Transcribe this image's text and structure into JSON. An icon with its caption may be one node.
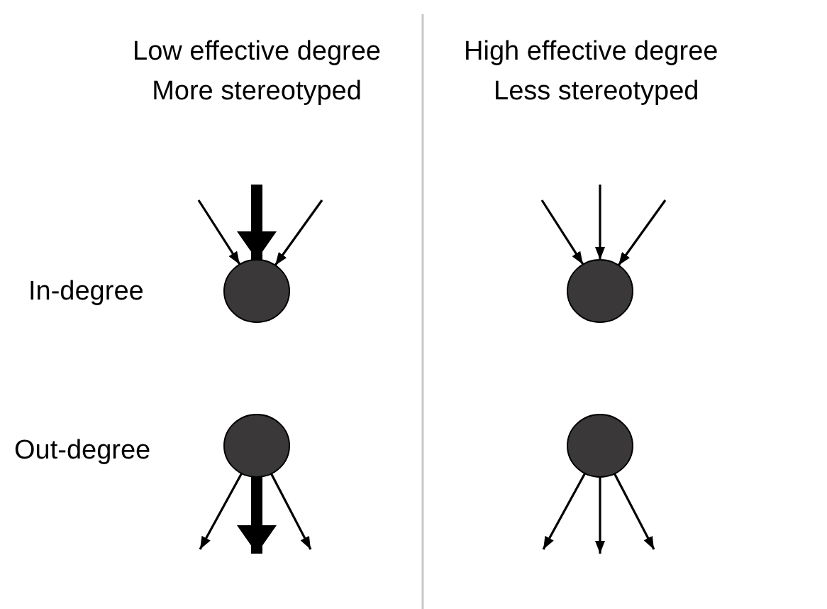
{
  "diagram": {
    "nodes": [
      {
        "text": [],
        "shape": "circle"
      },
      {
        "text": [],
        "shape": "circle"
      },
      {
        "text": [],
        "shape": "circle"
      },
      {
        "text": [],
        "shape": "circle"
      }
    ],
    "edges": [
      {
        "from": null,
        "to": 0,
        "arrow": "to"
      },
      {
        "from": null,
        "to": 0,
        "arrow": "to",
        "style": "thick"
      },
      {
        "from": null,
        "to": 0,
        "arrow": "to"
      },
      {
        "from": null,
        "to": 1,
        "arrow": "to"
      },
      {
        "from": null,
        "to": 1,
        "arrow": "to"
      },
      {
        "from": null,
        "to": 1,
        "arrow": "to"
      },
      {
        "from": 2,
        "to": null,
        "arrow": "to"
      },
      {
        "from": 2,
        "to": null,
        "arrow": "to",
        "style": "thick"
      },
      {
        "from": 2,
        "to": null,
        "arrow": "to"
      },
      {
        "from": 3,
        "to": null,
        "arrow": "to"
      },
      {
        "from": 3,
        "to": null,
        "arrow": "to"
      },
      {
        "from": 3,
        "to": null,
        "arrow": "to"
      }
    ],
    "labels": [
      "Low effective degree",
      "More stereotyped",
      "High effective degree",
      "Less stereotyped",
      "In-degree",
      "Out-degree"
    ]
  }
}
